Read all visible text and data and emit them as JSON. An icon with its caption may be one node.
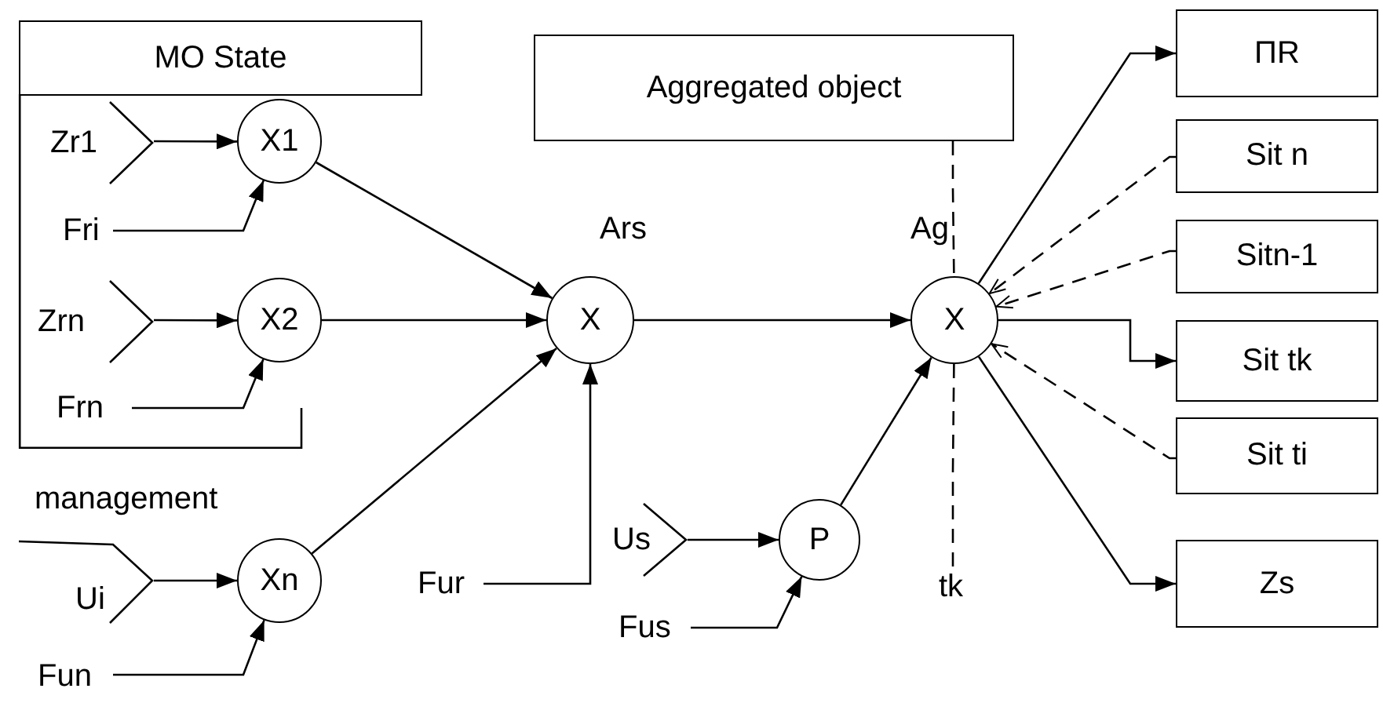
{
  "diagram": {
    "nodes": [
      {
        "text": [
          "MO State"
        ]
      },
      {
        "text": [
          "Zr1"
        ],
        "in": 0
      },
      {
        "text": [
          "X1"
        ],
        "in": 0
      },
      {
        "text": [
          "Fri"
        ],
        "in": 0
      },
      {
        "text": [
          "Zrn"
        ],
        "in": 0
      },
      {
        "text": [
          "X2"
        ],
        "in": 0
      },
      {
        "text": [
          "Frn"
        ],
        "in": 0
      },
      {
        "text": [
          "Ui"
        ]
      },
      {
        "text": [
          "Xn"
        ]
      },
      {
        "text": [
          "Fun"
        ]
      },
      {
        "text": [
          "Aggregated object"
        ]
      },
      {
        "text": [
          "X"
        ],
        "beside": [
          "Ars"
        ]
      },
      {
        "text": [
          "Fur"
        ]
      },
      {
        "text": [
          "X"
        ],
        "beside": [
          "Ag"
        ]
      },
      {
        "text": [
          "Us"
        ]
      },
      {
        "text": [
          "P"
        ]
      },
      {
        "text": [
          "Fus"
        ]
      },
      {
        "text": [
          "tk"
        ]
      },
      {
        "text": [
          "ΠR"
        ]
      },
      {
        "text": [
          "Sit n"
        ]
      },
      {
        "text": [
          "Sitn-1"
        ]
      },
      {
        "text": [
          "Sit tk"
        ]
      },
      {
        "text": [
          "Sit ti"
        ]
      },
      {
        "text": [
          "Zs"
        ]
      }
    ],
    "edges": [
      {
        "from": 1,
        "to": 2,
        "arrow": "to"
      },
      {
        "from": 3,
        "to": 2,
        "arrow": "to"
      },
      {
        "from": 4,
        "to": 5,
        "arrow": "to"
      },
      {
        "from": 6,
        "to": 5,
        "arrow": "to"
      },
      {
        "from": 7,
        "to": 8,
        "arrow": "to"
      },
      {
        "from": 9,
        "to": 8,
        "arrow": "to"
      },
      {
        "from": 2,
        "to": 11,
        "arrow": "to"
      },
      {
        "from": 5,
        "to": 11,
        "arrow": "to"
      },
      {
        "from": 8,
        "to": 11,
        "arrow": "to"
      },
      {
        "from": 12,
        "to": 11,
        "arrow": "to"
      },
      {
        "from": 11,
        "to": 13,
        "arrow": "to"
      },
      {
        "from": 14,
        "to": 15,
        "arrow": "to"
      },
      {
        "from": 16,
        "to": 15,
        "arrow": "to"
      },
      {
        "from": 15,
        "to": 13,
        "arrow": "to"
      },
      {
        "from": 13,
        "to": 18,
        "arrow": "to"
      },
      {
        "from": 19,
        "to": 13,
        "arrow": "to",
        "style": "dashed"
      },
      {
        "from": 20,
        "to": 13,
        "arrow": "to",
        "style": "dashed"
      },
      {
        "from": 13,
        "to": 21,
        "arrow": "to"
      },
      {
        "from": 22,
        "to": 13,
        "arrow": "to",
        "style": "dashed"
      },
      {
        "from": 13,
        "to": 23,
        "arrow": "to"
      },
      {
        "from": 10,
        "to": 13,
        "arrow": "none",
        "style": "dashed"
      },
      {
        "from": 13,
        "to": 17,
        "arrow": "none",
        "style": "dashed"
      }
    ],
    "labels": [
      "management"
    ]
  }
}
